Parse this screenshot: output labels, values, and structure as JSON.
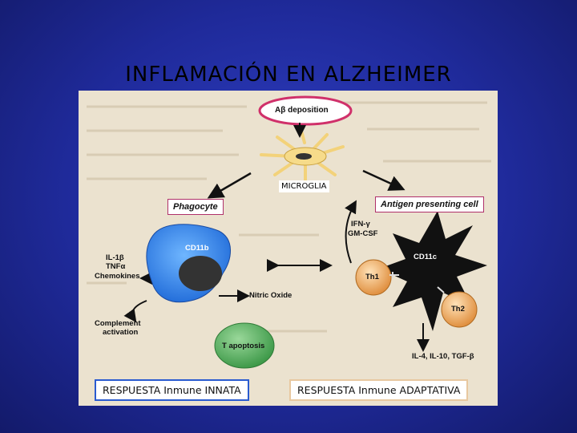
{
  "title": "INFLAMACIÓN EN ALZHEIMER",
  "labels": {
    "abeta": "Aβ deposition",
    "microglia": "MICROGLIA",
    "phagocyte": "Phagocyte",
    "apc": "Antigen presenting cell",
    "cd11b": "CD11b",
    "cd11c": "CD11c",
    "il1": "IL-1β",
    "tnf": "TNFα",
    "chemokines": "Chemokines",
    "nitric": "Nitric Oxide",
    "complement1": "Complement",
    "complement2": "activation",
    "tapoptosis": "T apoptosis",
    "ifn": "IFN-γ",
    "gmcsf": "GM-CSF",
    "th1": "Th1",
    "th2": "Th2",
    "bottom_cytokines": "IL-4, IL-10, TGF-β"
  },
  "responses": {
    "innate": "RESPUESTA Inmune INNATA",
    "adaptive": "RESPUESTA Inmune ADAPTATIVA"
  },
  "colors": {
    "background": "#2a36b0",
    "highlight": "#d0306a",
    "innate_border": "#2a5bd0",
    "adaptive_border": "#e8c8a0"
  }
}
